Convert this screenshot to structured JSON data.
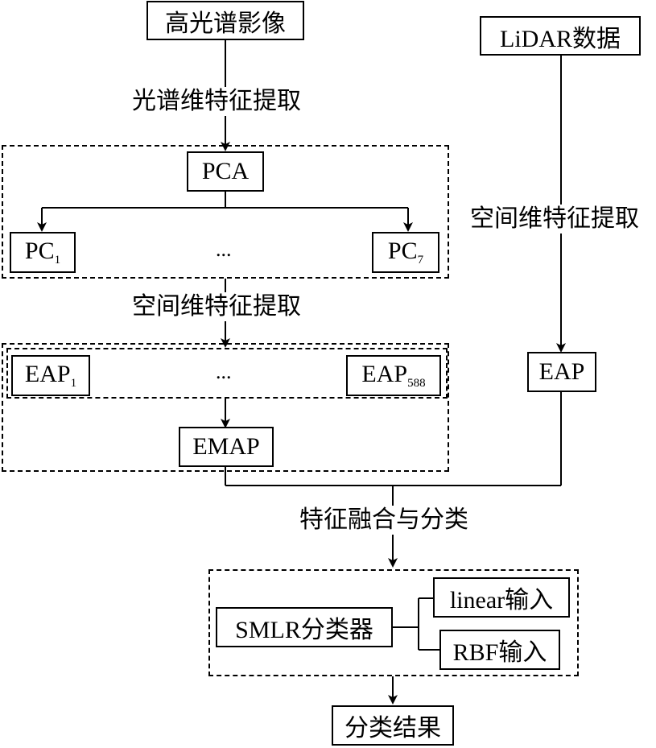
{
  "nodes": {
    "hsi": "高光谱影像",
    "lidar": "LiDAR数据",
    "pca": "PCA",
    "pc_first": "PC",
    "pc_first_sub": "1",
    "pc_last": "PC",
    "pc_last_sub": "7",
    "eap_first": "EAP",
    "eap_first_sub": "1",
    "eap_last": "EAP",
    "eap_last_sub": "588",
    "emap": "EMAP",
    "eap_lidar": "EAP",
    "smlr": "SMLR分类器",
    "linear": "linear输入",
    "rbf": "RBF输入",
    "result": "分类结果"
  },
  "labels": {
    "spectral": "光谱维特征提取",
    "spatial_left": "空间维特征提取",
    "spatial_right": "空间维特征提取",
    "fusion": "特征融合与分类",
    "ellipsis_pc": "...",
    "ellipsis_eap": "..."
  }
}
